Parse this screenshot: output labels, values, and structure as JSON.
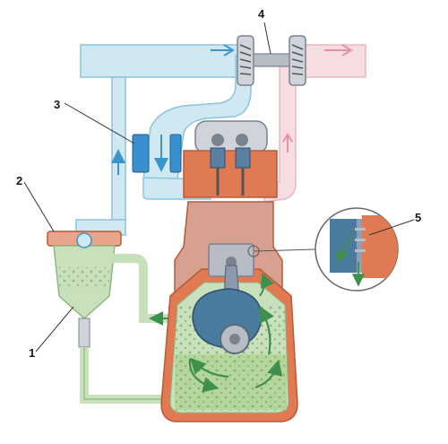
{
  "callouts": [
    {
      "id": "1",
      "label": "1"
    },
    {
      "id": "2",
      "label": "2"
    },
    {
      "id": "3",
      "label": "3"
    },
    {
      "id": "4",
      "label": "4"
    },
    {
      "id": "5",
      "label": "5"
    }
  ],
  "colors": {
    "fresh_air": "#cfe8f2",
    "fresh_air_stroke": "#8cc4dc",
    "exhaust": "#f5dde2",
    "exhaust_stroke": "#e8b8c2",
    "oil_mist": "#c8e0bc",
    "oil_mist_stroke": "#8fb880",
    "crankcase_oil": "#b5d69a",
    "engine_orange": "#e07a52",
    "engine_orange_dark": "#b95a36",
    "metal_gray": "#b8bcc4",
    "metal_dark": "#7a8290",
    "crank_blue": "#4a7a9c",
    "filter_blue": "#3a8fd0",
    "arrow_green": "#3f8f4f",
    "arrow_blue": "#3a96c8",
    "arrow_pink": "#e890a8"
  }
}
